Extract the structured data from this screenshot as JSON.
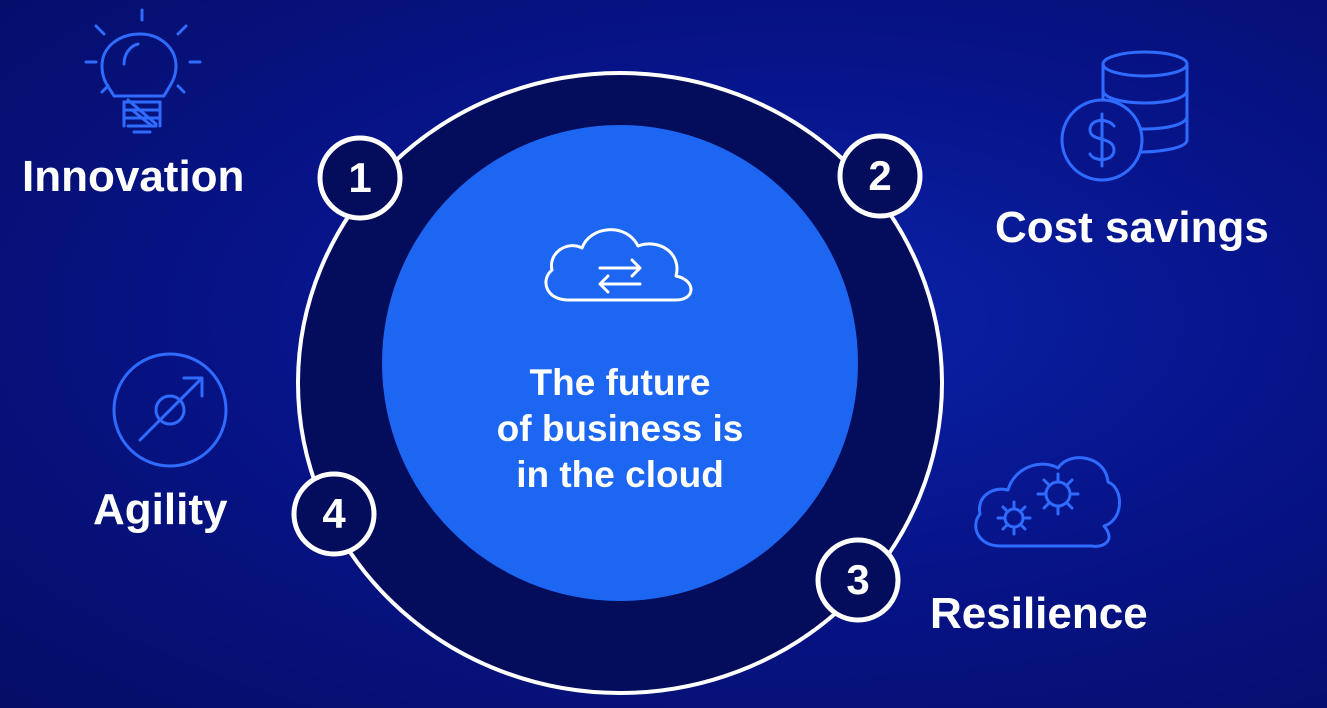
{
  "center": {
    "line1": "The future",
    "line2": "of business is",
    "line3": "in the cloud",
    "icon": "cloud-sync-icon"
  },
  "items": [
    {
      "number": "1",
      "label": "Innovation",
      "icon": "lightbulb-icon"
    },
    {
      "number": "2",
      "label": "Cost savings",
      "icon": "database-dollar-icon"
    },
    {
      "number": "3",
      "label": "Resilience",
      "icon": "cloud-gears-icon"
    },
    {
      "number": "4",
      "label": "Agility",
      "icon": "target-arrow-icon"
    }
  ],
  "colors": {
    "background": "#07148a",
    "ring_fill": "#040c5c",
    "center_fill": "#1c66f2",
    "icon_stroke": "#2f6bff",
    "ring_stroke": "#ffffff"
  }
}
